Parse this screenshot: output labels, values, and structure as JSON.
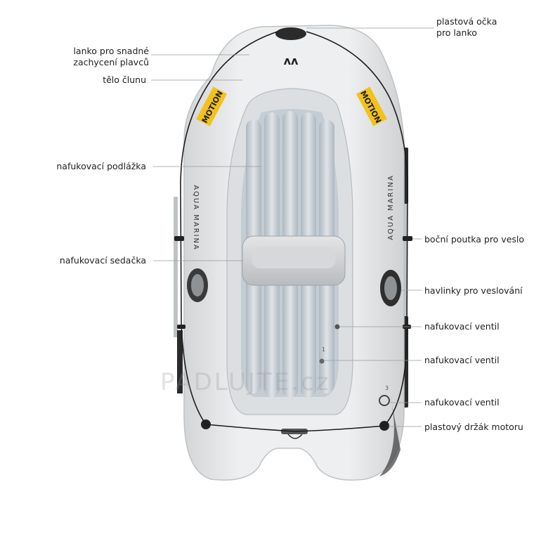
{
  "labels": {
    "plastic_rope_eyelets": "plastová očka\npro lanko",
    "rescue_rope": "lanko pro snadné\nzachycení plavců",
    "hull": "tělo člunu",
    "inflatable_floor": "nafukovací podlážka",
    "inflatable_seat": "nafukovací sedačka",
    "side_paddle_loops": "boční poutka pro veslo",
    "oarlocks": "havlinky pro veslování",
    "valve_1": "nafukovací ventil",
    "valve_2": "nafukovací ventil",
    "valve_3": "nafukovací ventil",
    "motor_mount": "plastový držák motoru"
  },
  "boat_print": {
    "brand": "AQUA MARINA",
    "model": "MOTION",
    "valve_mark_1": "1",
    "valve_mark_2": "3"
  },
  "watermark": "PADLUJTE.cz",
  "colors": {
    "hull": "#e9eaeb",
    "hull_shadow": "#c9cbcd",
    "floor": "#c3cbd2",
    "badge": "#f2c21a",
    "rope": "#1d1d1d",
    "leader": "#9a9a9a"
  }
}
